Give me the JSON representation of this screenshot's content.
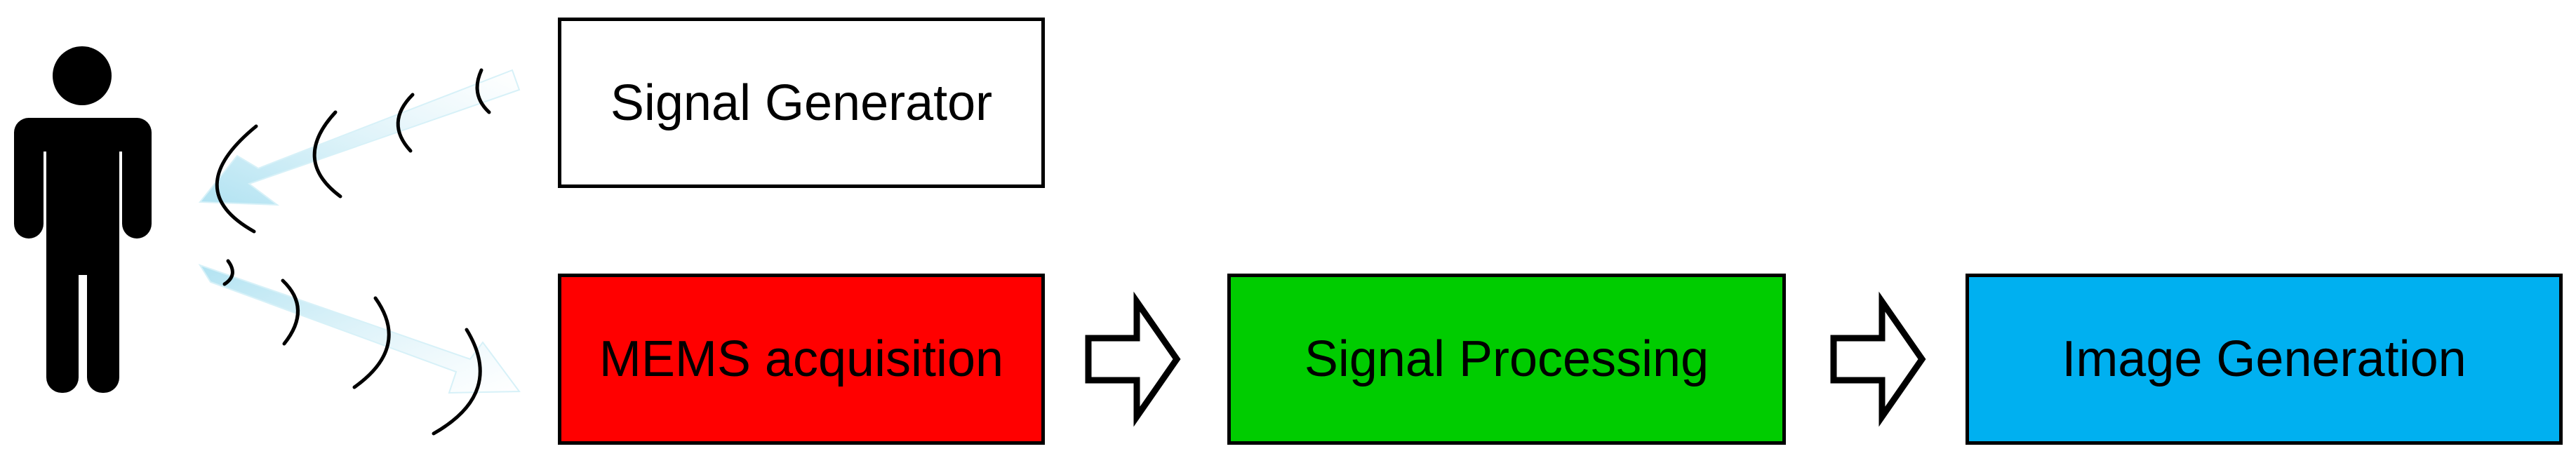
{
  "boxes": {
    "signal_generator": {
      "label": "Signal Generator",
      "color": "#ffffff"
    },
    "mems_acquisition": {
      "label": "MEMS acquisition",
      "color": "#ff0000"
    },
    "signal_processing": {
      "label": "Signal Processing",
      "color": "#00cc00"
    },
    "image_generation": {
      "label": "Image Generation",
      "color": "#00b0f0"
    }
  },
  "icons": {
    "person": "person-icon",
    "transmit_wave": "transmit-wave-icon",
    "receive_wave": "receive-wave-icon",
    "flow_arrow": "flow-arrow-icon"
  },
  "colors": {
    "wave_beam": "#bfe8f2",
    "outline": "#000000"
  }
}
